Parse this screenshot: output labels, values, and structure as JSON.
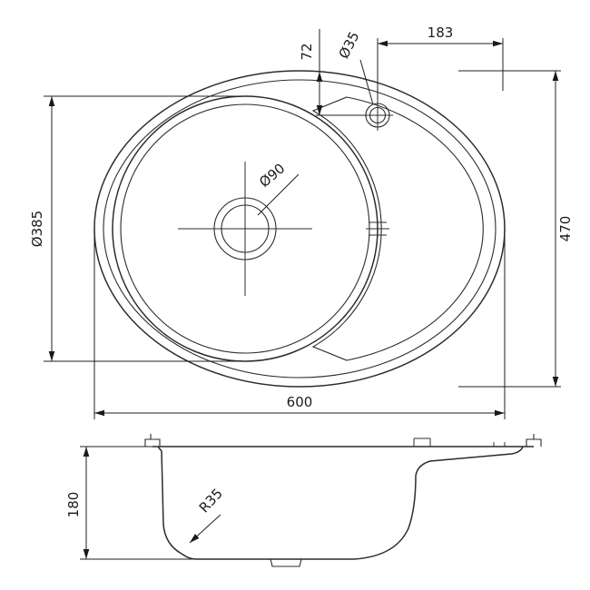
{
  "colors": {
    "ink": "#1f1f1f",
    "paper": "#ffffff"
  },
  "drawing": {
    "kind": "sink-technical-drawing",
    "top_view": {
      "overall_width": "600",
      "overall_depth": "470",
      "bowl_diameter": "Ø385",
      "drain_diameter": "Ø90",
      "tap_hole_diameter": "Ø35",
      "tap_hole_offset": "72",
      "tap_hole_to_edge": "183"
    },
    "side_view": {
      "depth": "180",
      "corner_radius": "R35"
    }
  }
}
